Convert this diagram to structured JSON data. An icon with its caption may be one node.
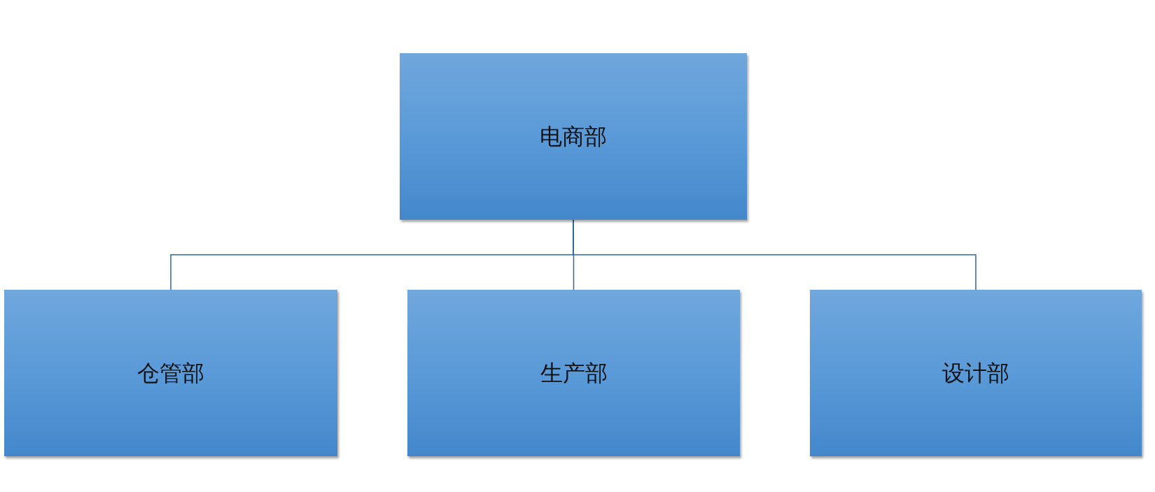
{
  "diagram": {
    "nodes": [
      {
        "text": [
          "电商部"
        ]
      },
      {
        "text": [
          "仓管部"
        ]
      },
      {
        "text": [
          "生产部"
        ]
      },
      {
        "text": [
          "设计部"
        ]
      }
    ],
    "edges": [
      {
        "from": 0,
        "to": 1,
        "arrow": "none"
      },
      {
        "from": 0,
        "to": 2,
        "arrow": "none"
      },
      {
        "from": 0,
        "to": 3,
        "arrow": "none"
      }
    ]
  }
}
